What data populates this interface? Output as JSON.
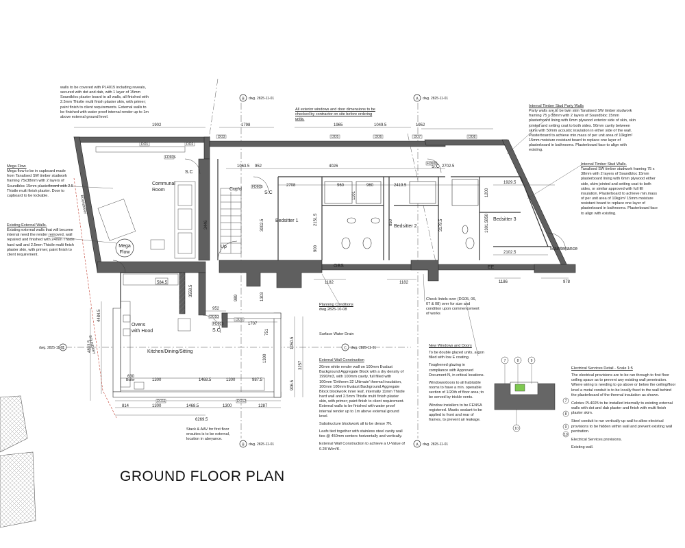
{
  "title": "GROUND FLOOR  PLAN",
  "rooms": {
    "communal": [
      "Communal",
      "Room"
    ],
    "bedsitter1": "Bedsitter 1",
    "bedsitter2": "Bedsitter 2",
    "bedsitter3": "Bedsitter 3",
    "maintenance": "Maintenance",
    "kitchen": "Kitchen/Dining/Sitting",
    "ovens": [
      "Ovens",
      "with Hood"
    ],
    "megaflo": [
      "Mega",
      "Flow"
    ],
    "cupd": "Cup'd",
    "up": "Up",
    "obs": "OBS",
    "ee": "EE",
    "boiler": "Boiler",
    "sc": "S.C",
    "boundary": "BOUNDARY"
  },
  "section_refs": {
    "b": "B",
    "a": "A",
    "c": "C",
    "dwg": "dwg. 2825-11-01"
  },
  "door_tags": {
    "fd60s": "FD60S",
    "d01": "DO1",
    "d02": "DO2",
    "d03": "DO3",
    "d05": "DO5",
    "d06": "DO6",
    "d07": "DO7",
    "d08": "DO8",
    "d09": "DO9",
    "d10": "DO10",
    "d11": "DO11",
    "d12": "DO12"
  },
  "dims": {
    "d1902": "1902",
    "d1798": "1798",
    "d1965": "1965",
    "d1049": "1049.5",
    "d1952": "1952",
    "d1063": "1063.5",
    "d952": "952",
    "d4026": "4026",
    "d2708": "2708",
    "d2419": "2419.5",
    "d2702": "2702.5",
    "d1929": "1929.5",
    "d960": "960",
    "d960b": "960",
    "d1101": "1101",
    "d1200": "1200",
    "d3002": "3002.5",
    "d3446": "3446",
    "d2151": "2151.5",
    "d3179": "3179.5",
    "d1301": "1301.5",
    "d850": "850",
    "d850b": "850",
    "d2102": "2102.5",
    "d1182": "1182",
    "d1182b": "1182",
    "d1186": "1186",
    "d978": "978",
    "d3558": "3558.5",
    "d989": "989",
    "d1303": "1303",
    "d952b": "952",
    "d1707": "1707",
    "d1050": "1050.5",
    "d751": "751",
    "d3257": "3257",
    "d1300v": "1300",
    "d906": "906.5",
    "d4484": "4484.5",
    "d4803": "4803.5",
    "d630": "630",
    "d1300a": "1300",
    "d1468a": "1468.5",
    "d1300b": "1300",
    "d987": "987.5",
    "d814": "814",
    "d1300c": "1300",
    "d1468b": "1468.5",
    "d1300d": "1300",
    "d1287": "1287",
    "d6269": "6269.5",
    "d584": "584.5",
    "d900": "900"
  },
  "notes": {
    "top_left": "walls to be covered with PL4015 including reveals, secured with dot and dab, with 1 layer of 15mm Soundbloc plaster board to all walls, all finished with 2.5mm Thistle multi finish plaster skin, with primer; paint finish to client requirements. External walls to be finished with water proof internal render up to 1m above external ground level.",
    "megaflow_head": "Mega Flow.",
    "megaflow_body": "Mega flow to be in cupboard made from Tanalised SW timber studwork framing 75x38mm with 2 layers of Soundbloc 15mm plasterboard with 2.5 Thistle multi finish plaster. Door to cupboard to be lockable.",
    "existing_ext_head": "Existing External Walls.",
    "existing_ext_body": "Existing external walls that will become internal need the render removed, wall repaired and finished with 24mm Thistle hard wall and 2.5mm Thistle multi finish plaster skin, with primer; paint finish to client requirement.",
    "windows_check": "All exterior windows and door dimensions to be checked by contractor on site before ordering units.",
    "party_head": "Internal Timber Stud Party Walls",
    "party_body": "Party walls are to be twin skin Tanalised SW timber studwork framing 75 x 38mm with 2 layers of Soundbloc 15mm plasterboard lining with 6mm plywood exterior side of skin, skin jointed and setting coat to both sides. 50mm cavity between skins with 50mm acoustic insulation in either side of the wall. Plasterboard to achieve min.mass of per unit area of 10kg/m² 15mm moisture resistant board to replace one layer of plasterboard in bathrooms. Plasterboard face to align with existing.",
    "stud_head": "Internal Timber Stud Walls.",
    "stud_body": "Tanalised SW timber studwork framing 75 x 38mm with 2 layers of Soundbloc 15mm plasterboard lining with 6mm plywood either side, skim jointed and setting coat to both sides, or similar approved with full fill insulation. Plasterboard to achieve min.mass of per unit area of 10kg/m² 15mm moisture resistant board to replace one layer of plasterboard in bathrooms. Plasterboard face to align with existing.",
    "planning": "Planning Conditions",
    "planning_ref": "dwg.2825-10-08",
    "lintels": "Check lintels over (DG05, 06, 07 & 08) over for size and condition upon commencement of works",
    "surface_drain": "Surface Water Drain",
    "ext_wall_head": "External Wall Construction",
    "ext_wall_body1": "20mm white render wall on 100mm Evalast Background Aggregate Block with a dry density of 1990/m3, with 100mm cavity, full filled with 100mm 'Dritherm 32 Ultimate' thermal insulation, 100mm 100mm Evalast Background Aggregate Block blockwork inner leaf, internally 11mm Thistle hard wall and 2.5mm Thistle multi finish plaster skin, with primer; paint finish to client requirement. External walls to be finished with water proof internal render up to 1m above external ground level.",
    "ext_wall_body2": "Substructure blockwork all to be dense 7N.",
    "ext_wall_body3": "Leafs tied together with stainless steel cavity wall ties @ 450mm centers horizontally and vertically.",
    "ext_wall_body4": "External Wall Construction to achieve a U-Value of 0.28 W/m²K.",
    "new_windows_head": "New Windows and Doors",
    "new_windows_1": "To be double glazed units, argon filled with low E coating.",
    "new_windows_2": "Toughened glazing in compliance with Approved Document N, in critical locations.",
    "new_windows_3": "Windows/doors to all habitable rooms to have a min. openable section of 1/20th of floor area; to be served by trickle vents.",
    "new_windows_4": "Window installers to be FENSA registered. Mastic sealant to be applied to front and rear of frames, to prevent air leakage.",
    "stack": "Stack & AAV for first floor ensuites is to be external, location in abeyance.",
    "elec_head": "Electrical Services Detail - Scale 1:5",
    "elec_body": "The electrical provisions are to be run through to first floor ceiling space as to prevent any existing wall penetration. Where wiring is needing to go above or below the ceiling/floor level a metal conduit is to be locally fixed to the wall behind the plasterboard of the thermal insulation as shown.",
    "elec_7": "Celotex PL4025 to be installed internally to existing external walls with dot and dab plaster and finish with multi finish plaster skim.",
    "elec_8": "Steel conduit to run vertically up wall to allow electrical provisions to be hidden within wall and prevent existing wall pentration.",
    "elec_9": "Electrical Services provisions.",
    "elec_10": "Existing wall.",
    "n7": "7",
    "n8": "8",
    "n9": "9",
    "n10": "10"
  }
}
